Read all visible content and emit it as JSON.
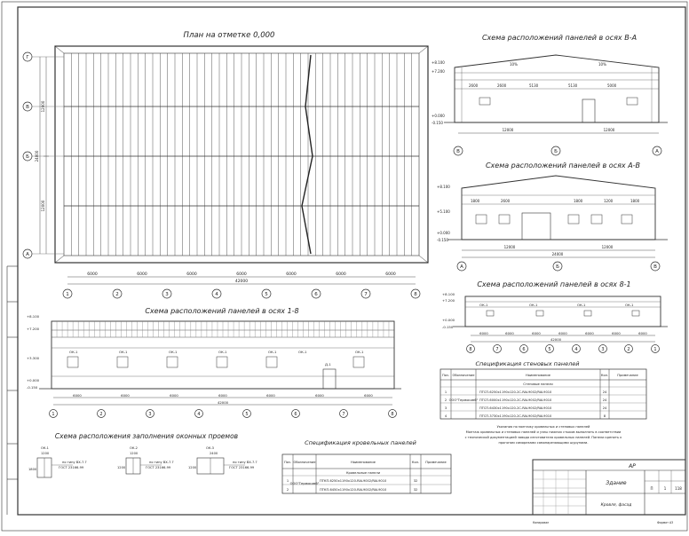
{
  "plan": {
    "title": "План на отметке 0,000",
    "axes_letters": [
      "Г",
      "В",
      "Б",
      "А"
    ],
    "axes_numbers": [
      "1",
      "2",
      "3",
      "4",
      "5",
      "6",
      "7",
      "8"
    ],
    "bay_dims": [
      "6000",
      "6000",
      "6000",
      "6000",
      "6000",
      "6000",
      "6000"
    ],
    "total_length": "42000",
    "side_dims": [
      "12000",
      "24000",
      "12000"
    ]
  },
  "facade_b_a": {
    "title": "Схема расположений панелей в осях В-А",
    "slope_left": "10%",
    "slope_right": "10%",
    "levels": [
      "+8.100",
      "+7.200",
      "+0.000",
      "-0.150"
    ],
    "dims": [
      "2600",
      "2600",
      "5130",
      "5130",
      "5000"
    ],
    "axes": [
      "В",
      "Б",
      "А"
    ],
    "bottom_dims": [
      "12000",
      "12000"
    ]
  },
  "facade_a_b": {
    "title": "Схема расположений панелей в осях А-В",
    "levels": [
      "+8.100",
      "+5.100",
      "+0.000",
      "-0.150"
    ],
    "dims": [
      "1800",
      "2600",
      "1800",
      "1200",
      "1800"
    ],
    "axes": [
      "А",
      "Б",
      "В"
    ],
    "bottom_dims": [
      "12000",
      "12000"
    ],
    "total": "24000"
  },
  "facade_8_1": {
    "title": "Схема расположений панелей в осях 8-1",
    "levels": [
      "+8.100",
      "+7.200",
      "+0.000",
      "-0.150"
    ],
    "axes": [
      "8",
      "7",
      "6",
      "5",
      "4",
      "3",
      "2",
      "1"
    ],
    "bay_dims": [
      "6000",
      "6000",
      "6000",
      "6000",
      "6000",
      "6000",
      "6000"
    ],
    "total": "42000",
    "labels": [
      "ОК-1",
      "ОК-1",
      "ОК-1",
      "ОК-1"
    ]
  },
  "facade_1_8": {
    "title": "Схема расположений панелей в осях 1-8",
    "levels": [
      "+8.100",
      "+7.200",
      "+3.300",
      "+0.000",
      "-0.150"
    ],
    "axes": [
      "1",
      "2",
      "3",
      "4",
      "5",
      "6",
      "7",
      "8"
    ],
    "bay_dims": [
      "6000",
      "6000",
      "6000",
      "6000",
      "6000",
      "6000",
      "6000"
    ],
    "total": "42000",
    "window_labels": [
      "ОК-1",
      "ОК-1",
      "ОК-1",
      "ОК-1",
      "ОК-1",
      "ОК-1",
      "ОК-1"
    ],
    "door_label": "Д-1"
  },
  "windows": {
    "title": "Схема расположения заполнения оконных проемов",
    "items": [
      {
        "mark": "ОК-1",
        "w": "1200",
        "h": "1800",
        "note": "по типу ВХ-7.7",
        "std": "ГОСТ 23166-99"
      },
      {
        "mark": "ОК-2",
        "w": "1200",
        "h": "1200",
        "note": "по типу ВХ-7.7",
        "std": "ГОСТ 23166-99"
      },
      {
        "mark": "ОК-3",
        "w": "2400",
        "h": "1200",
        "note": "по типу ВХ-7.7",
        "std": "ГОСТ 23166-99"
      }
    ]
  },
  "wall_spec": {
    "title": "Спецификация стеновых панелей",
    "headers": [
      "Поз.",
      "Обозначение",
      "Наименование",
      "Кол.",
      "Примечание"
    ],
    "group": "Стеновые панели",
    "maker": "ООО\"Термокомб\"",
    "rows": [
      {
        "pos": "1",
        "name": "ПТСП-6250х1190х120-2С-RAL9002/RAL9010",
        "qty": "24"
      },
      {
        "pos": "2",
        "name": "ПТСП-6000х1190х120-2С-RAL9002/RAL9010",
        "qty": "24"
      },
      {
        "pos": "3",
        "name": "ПТСП-6430х1190х120-2С-RAL9002/RAL9010",
        "qty": "24"
      },
      {
        "pos": "4",
        "name": "ПТСП-3730х1190х120-2С-RAL9002/RAL9010",
        "qty": "8"
      }
    ],
    "notes": [
      "Указания по монтажу кровельных и стеновых панелей",
      "Монтаж кровельных и стеновых панелей и узлы нижних стыков выполнять в соответствии",
      "с технической документацией завода изготовителя кровельных панелей. Панели крепить к",
      "прогонам саморезами самонарезающими шурупами."
    ]
  },
  "roof_spec": {
    "title": "Спецификация кровельных панелей",
    "headers": [
      "Поз.",
      "Обозначение",
      "Наименование",
      "Кол.",
      "Примечание"
    ],
    "group": "Кровельные панели",
    "maker": "ООО\"Термокомб\"",
    "rows": [
      {
        "pos": "1",
        "name": "ПТКП-6250х1190х120-RAL9002/RAL9010",
        "qty": "32"
      },
      {
        "pos": "2",
        "name": "ПТКП-6450х1190х120-RAL9002/RAL9010",
        "qty": "32"
      }
    ]
  },
  "stamp": {
    "code": "АР",
    "building": "Здание",
    "sheet_title": "Кровля, фасад",
    "sheet_no": "1",
    "stage": "П",
    "sheets": "118",
    "format_label": "Формат А3",
    "copied": "Копировал"
  },
  "colors": {
    "line": "#333333",
    "thin": "#666666",
    "paper": "#ffffff"
  }
}
